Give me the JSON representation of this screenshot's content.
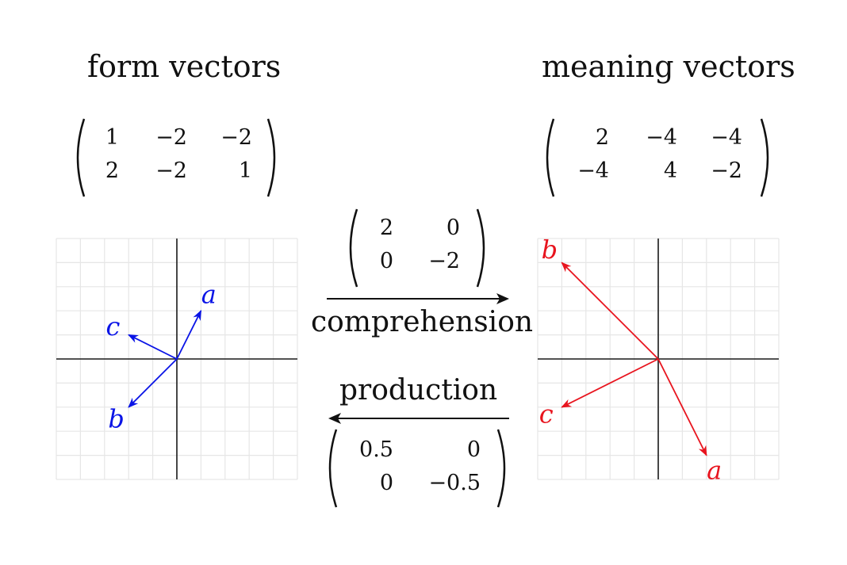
{
  "left": {
    "title": "form vectors",
    "matrix": [
      [
        "1",
        "−2",
        "−2"
      ],
      [
        "2",
        "−2",
        "1"
      ]
    ],
    "color": "#0a14e6",
    "vectors": [
      {
        "label": "a",
        "x": 1,
        "y": 2
      },
      {
        "label": "b",
        "x": -2,
        "y": -2
      },
      {
        "label": "c",
        "x": -2,
        "y": 1
      }
    ]
  },
  "right": {
    "title": "meaning vectors",
    "matrix": [
      [
        "2",
        "−4",
        "−4"
      ],
      [
        "−4",
        "4",
        "−2"
      ]
    ],
    "color": "#e8141e",
    "vectors": [
      {
        "label": "a",
        "x": 2,
        "y": -4
      },
      {
        "label": "b",
        "x": -4,
        "y": 4
      },
      {
        "label": "c",
        "x": -4,
        "y": -2
      }
    ]
  },
  "comprehension": {
    "label": "comprehension",
    "matrix": [
      [
        "2",
        "0"
      ],
      [
        "0",
        "−2"
      ]
    ]
  },
  "production": {
    "label": "production",
    "matrix": [
      [
        "0.5",
        "0"
      ],
      [
        "0",
        "−0.5"
      ]
    ]
  },
  "grid_range": [
    -5,
    5
  ],
  "colors": {
    "grid": "#e6e6e6",
    "axis": "#1a1a1a",
    "arrow": "#111111"
  }
}
